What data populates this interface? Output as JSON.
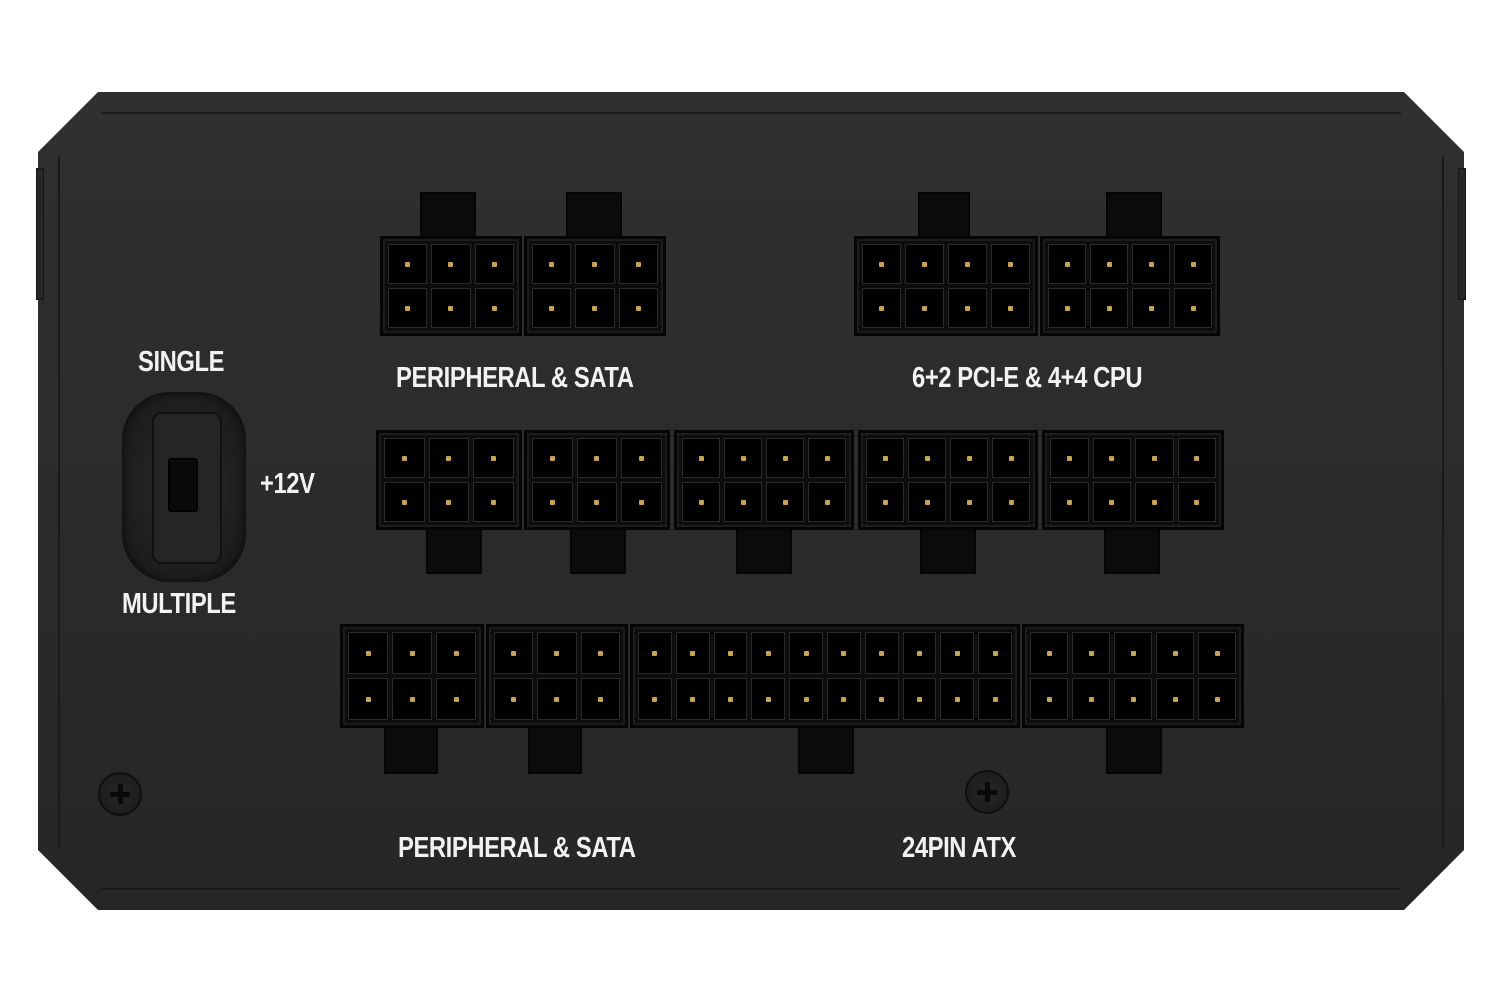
{
  "labels": {
    "top_left": "PERIPHERAL & SATA",
    "top_right": "6+2 PCI-E & 4+4 CPU",
    "bottom_left": "PERIPHERAL & SATA",
    "bottom_right": "24PIN ATX",
    "switch_top": "SINGLE",
    "switch_bottom": "MULTIPLE",
    "switch_side": "+12V"
  },
  "colors": {
    "panel": "#2b2b2b",
    "connector": "#0d0d0d",
    "pin_contact": "#c9a449",
    "label_text": "#f2f2f2"
  },
  "icons": [
    "screw-icon",
    "toggle-switch"
  ]
}
